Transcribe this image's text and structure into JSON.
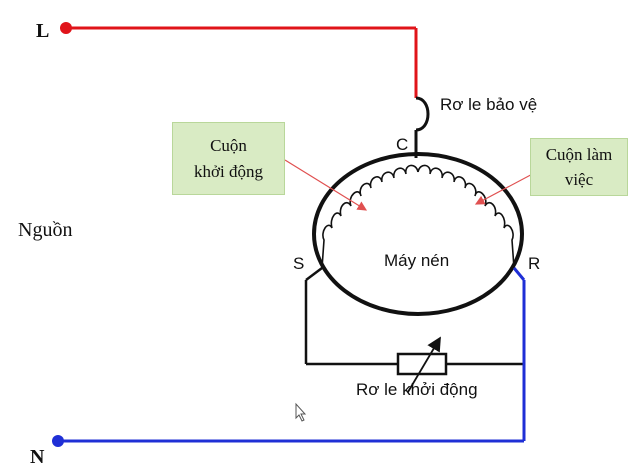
{
  "terminals": {
    "live": "L",
    "neutral": "N",
    "source": "Nguồn"
  },
  "motor": {
    "name": "Máy nén",
    "terminal_c": "C",
    "terminal_s": "S",
    "terminal_r": "R"
  },
  "components": {
    "protection_relay": "Rơ le bảo vệ",
    "start_relay": "Rơ le khởi động"
  },
  "callouts": {
    "start_winding_line1": "Cuộn",
    "start_winding_line2": "khởi động",
    "run_winding_line1": "Cuộn làm",
    "run_winding_line2": "việc"
  },
  "colors": {
    "live_wire": "#e0141a",
    "neutral_wire": "#1f2fd6",
    "circuit_wire": "#111111",
    "callout_fill": "#d9ebc4",
    "arrow": "#e05050"
  }
}
